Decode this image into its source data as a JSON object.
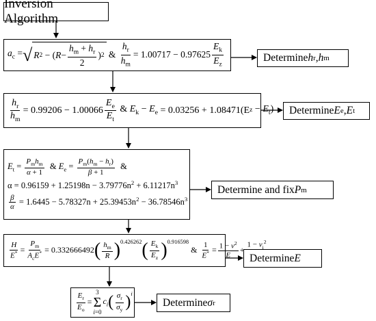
{
  "title": "Inversion Algorithm",
  "outputs": {
    "o1_text": "Determine ",
    "o1_var1": "h",
    "o1_sub1": "r",
    "o1_sep": ", ",
    "o1_var2": "h",
    "o1_sub2": "m",
    "o2_text": "Determine ",
    "o2_var1": "E",
    "o2_sub1": "e",
    "o2_sep": ", ",
    "o2_var2": "E",
    "o2_sub2": "t",
    "o3_text": "Determine and fix ",
    "o3_var": "P",
    "o3_sub": "m",
    "o4_text": "Determine ",
    "o4_var": "E",
    "o5_text": "Determine ",
    "o5_var": "σ",
    "o5_sub": "r"
  },
  "equations": {
    "eq1_lhs": "a",
    "eq1_lhs_sub": "c",
    "eq1_rhs": "= 1.00717 − 0.97625",
    "eq2_rhs1": "= 0.99206 − 1.00066",
    "eq2_rhs2": "= 0.03256 + 1.08471(E",
    "eq3_alpha": "α = 0.96159 + 1.25198n − 3.79776n",
    "eq3_alpha_tail1": " + 6.11217n",
    "eq3_beta": "= 1.6445 − 5.78327n + 25.39453n",
    "eq3_beta_tail1": " − 36.78546n",
    "eq4_coef": "= 0.332666492",
    "eq4_exp1": "0.426262",
    "eq4_exp2": "0.916598"
  }
}
